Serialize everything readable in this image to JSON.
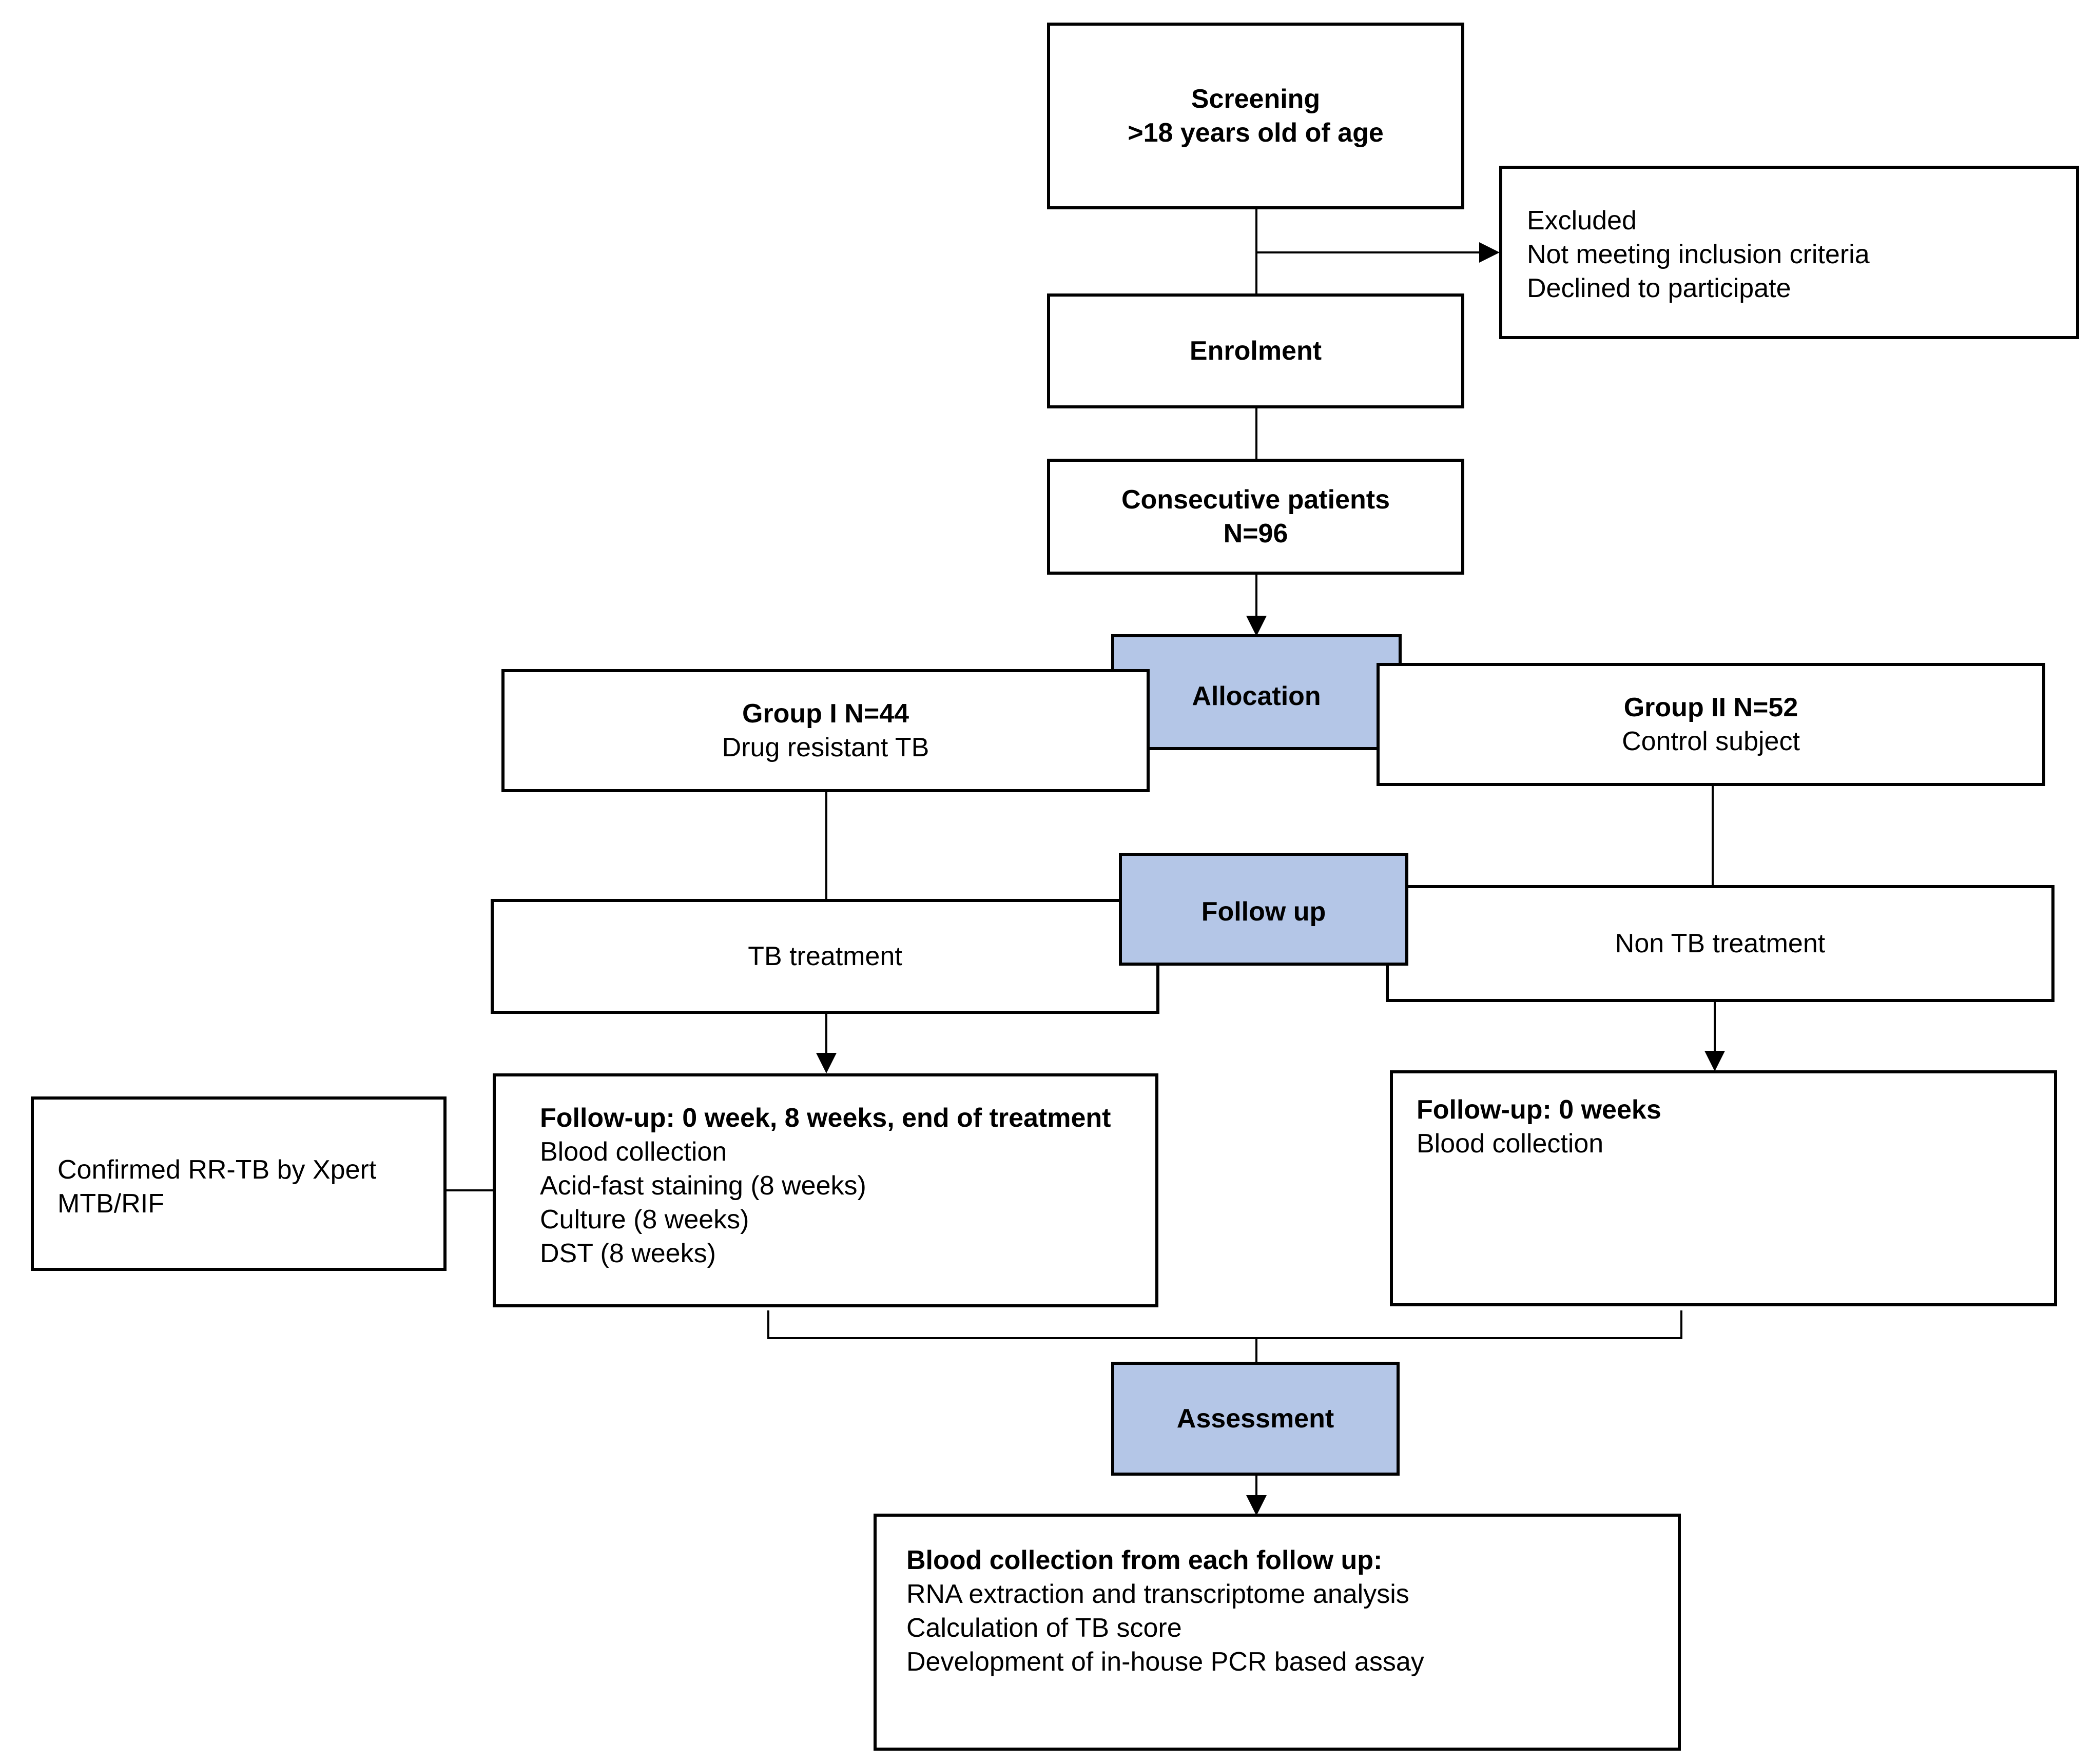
{
  "screening": {
    "title": "Screening",
    "subtitle": ">18 years old of age"
  },
  "excluded": {
    "lines": [
      "Excluded",
      "Not meeting inclusion criteria",
      "Declined to participate"
    ]
  },
  "enrolment": {
    "title": "Enrolment"
  },
  "consecutive": {
    "title": "Consecutive patients",
    "count": "N=96"
  },
  "allocation": {
    "title": "Allocation"
  },
  "group1": {
    "title": "Group I N=44",
    "subtitle": "Drug resistant TB"
  },
  "group2": {
    "title": "Group II N=52",
    "subtitle": "Control subject"
  },
  "followup_label": {
    "title": "Follow up"
  },
  "tb_treatment": {
    "title": "TB treatment"
  },
  "non_tb_treatment": {
    "title": "Non TB treatment"
  },
  "confirmed": {
    "lines": [
      "Confirmed RR-TB by Xpert",
      "MTB/RIF"
    ]
  },
  "followup1": {
    "title": "Follow-up: 0 week, 8 weeks, end of treatment",
    "items": [
      "Blood collection",
      "Acid-fast staining (8 weeks)",
      "Culture (8 weeks)",
      "DST (8 weeks)"
    ]
  },
  "followup2": {
    "title": "Follow-up: 0 weeks",
    "items": [
      "Blood collection"
    ]
  },
  "assessment": {
    "title": "Assessment"
  },
  "final": {
    "title": "Blood collection from each follow up:",
    "items": [
      "RNA extraction and transcriptome analysis",
      "Calculation of TB score",
      "Development of in-house PCR based assay"
    ]
  },
  "colors": {
    "highlight_fill": "#b4c6e7",
    "stroke": "#000000"
  }
}
